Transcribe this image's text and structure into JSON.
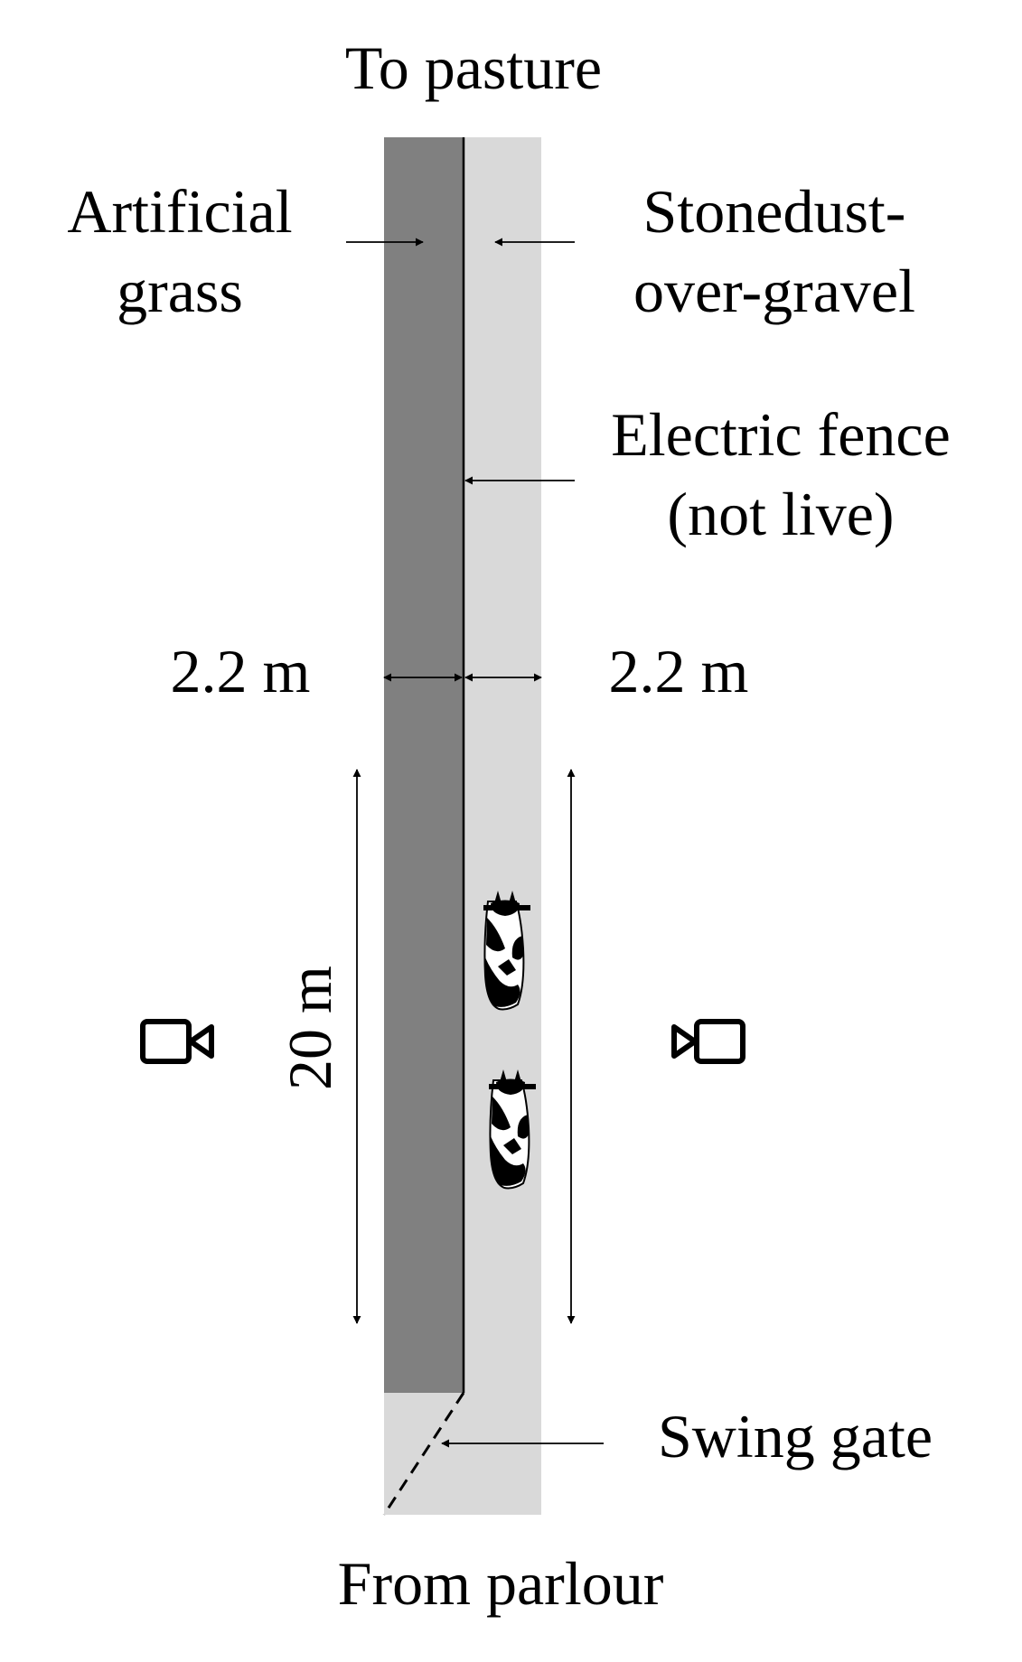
{
  "labels": {
    "top": "To pasture",
    "bottom": "From parlour",
    "artificial_line1": "Artificial",
    "artificial_line2": "grass",
    "stonedust_line1": "Stonedust-",
    "stonedust_line2": "over-gravel",
    "fence_line1": "Electric fence",
    "fence_line2": "(not live)",
    "width_left": "2.2 m",
    "width_right": "2.2 m",
    "length": "20 m",
    "gate": "Swing gate"
  },
  "colors": {
    "artificial_grass": "#808080",
    "stonedust": "#d9d9d9",
    "ink": "#000000"
  },
  "icons": [
    "camera-icon-left",
    "camera-icon-right",
    "cow-icon-front",
    "cow-icon-back"
  ]
}
